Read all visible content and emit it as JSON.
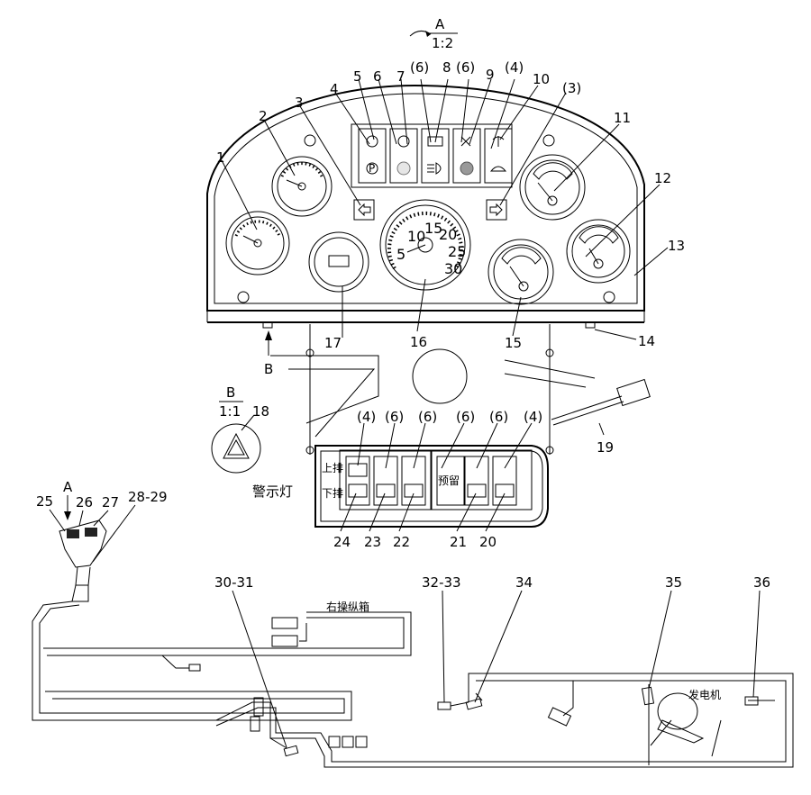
{
  "view_a": {
    "letter": "A",
    "scale": "1:2"
  },
  "view_b": {
    "letter": "B",
    "scale": "1:1",
    "arrow_letter": "B"
  },
  "callouts": {
    "c1": "1",
    "c2": "2",
    "c3": "3",
    "c4": "4",
    "c5": "5",
    "c6": "6",
    "c7": "7",
    "c6b": "(6)",
    "c8": "8",
    "c6c": "(6)",
    "c9": "9",
    "c4b": "(4)",
    "c10": "10",
    "c3b": "(3)",
    "c11": "11",
    "c12": "12",
    "c13": "13",
    "c14": "14",
    "c15": "15",
    "c16": "16",
    "c17": "17",
    "c18": "18",
    "c19": "19",
    "c20": "20",
    "c21": "21",
    "c22": "22",
    "c23": "23",
    "c24": "24",
    "s4a": "(4)",
    "s6a": "(6)",
    "s6b": "(6)",
    "s6c": "(6)",
    "s6d": "(6)",
    "s4b": "(4)",
    "c25": "25",
    "c26": "26",
    "c27": "27",
    "c2829": "28-29",
    "c3031": "30-31",
    "c3233": "32-33",
    "c34": "34",
    "c35": "35",
    "c36": "36",
    "a_small": "A"
  },
  "gauge_numbers": {
    "n5": "5",
    "n10": "10",
    "n15": "15",
    "n20": "20",
    "n25": "25",
    "n30": "30"
  },
  "switch_panel": {
    "upper_row": "上排",
    "lower_row": "下排",
    "reserved": "预留"
  },
  "warning_lamp_label": "警示灯",
  "harness_labels": {
    "right_console": "右操纵箱",
    "generator": "发电机"
  }
}
